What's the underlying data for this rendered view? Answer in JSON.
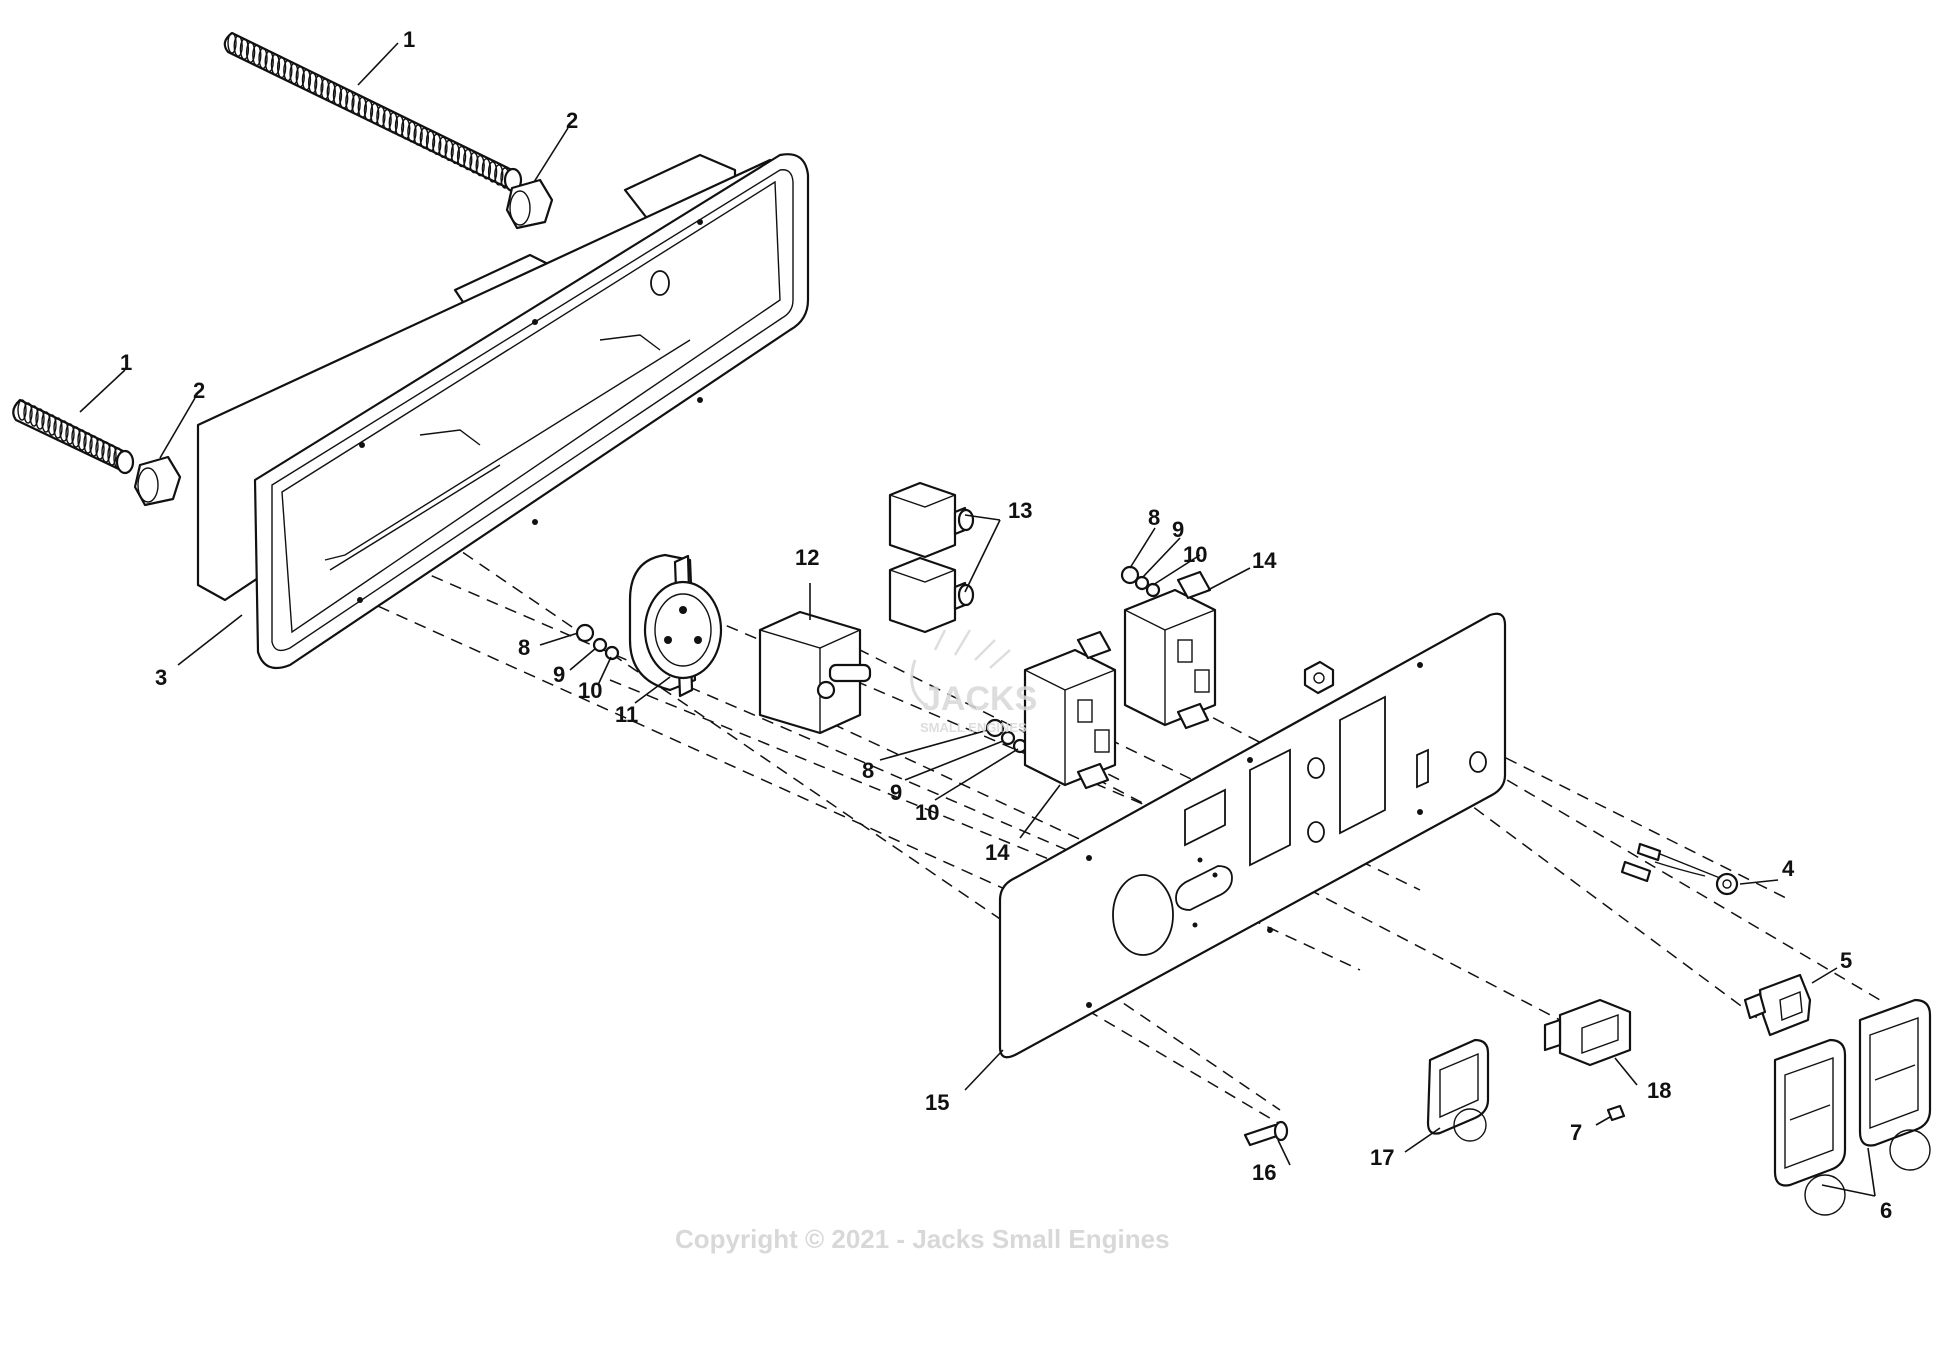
{
  "diagram": {
    "callouts": [
      {
        "id": "c1a",
        "text": "1"
      },
      {
        "id": "c1b",
        "text": "1"
      },
      {
        "id": "c2a",
        "text": "2"
      },
      {
        "id": "c2b",
        "text": "2"
      },
      {
        "id": "c3",
        "text": "3"
      },
      {
        "id": "c4",
        "text": "4"
      },
      {
        "id": "c5",
        "text": "5"
      },
      {
        "id": "c6",
        "text": "6"
      },
      {
        "id": "c7",
        "text": "7"
      },
      {
        "id": "c8a",
        "text": "8"
      },
      {
        "id": "c8b",
        "text": "8"
      },
      {
        "id": "c8c",
        "text": "8"
      },
      {
        "id": "c9a",
        "text": "9"
      },
      {
        "id": "c9b",
        "text": "9"
      },
      {
        "id": "c9c",
        "text": "9"
      },
      {
        "id": "c10a",
        "text": "10"
      },
      {
        "id": "c10b",
        "text": "10"
      },
      {
        "id": "c10c",
        "text": "10"
      },
      {
        "id": "c11",
        "text": "11"
      },
      {
        "id": "c12",
        "text": "12"
      },
      {
        "id": "c13",
        "text": "13"
      },
      {
        "id": "c14a",
        "text": "14"
      },
      {
        "id": "c14b",
        "text": "14"
      },
      {
        "id": "c15",
        "text": "15"
      },
      {
        "id": "c16",
        "text": "16"
      },
      {
        "id": "c17",
        "text": "17"
      },
      {
        "id": "c18",
        "text": "18"
      }
    ],
    "watermark": {
      "logo_line1": "JACKS",
      "logo_line2": "SMALL ENGINES",
      "copyright": "Copyright © 2021 - Jacks Small Engines"
    },
    "colors": {
      "line": "#111111",
      "background": "#ffffff",
      "watermark": "#d8d8d8"
    }
  }
}
